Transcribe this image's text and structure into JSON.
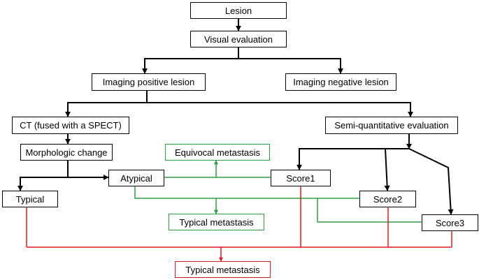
{
  "nodes": {
    "lesion": "Lesion",
    "visual_evaluation": "Visual evaluation",
    "imaging_positive_lesion": "Imaging positive lesion",
    "imaging_negative_lesion": "Imaging negative lesion",
    "ct_fused_spect": "CT (fused with a SPECT)",
    "semi_quantitative_evaluation": "Semi-quantitative evaluation",
    "morphologic_change": "Morphologic change",
    "equivocal_metastasis": "Equivocal metastasis",
    "atypical": "Atypical",
    "score1": "Score1",
    "score2": "Score2",
    "score3": "Score3",
    "typical": "Typical",
    "typical_metastasis_green": "Typical metastasis",
    "typical_metastasis_red": "Typical metastasis"
  },
  "colors": {
    "black": "#000000",
    "green": "#2e9e3e",
    "red": "#e41a1c"
  }
}
